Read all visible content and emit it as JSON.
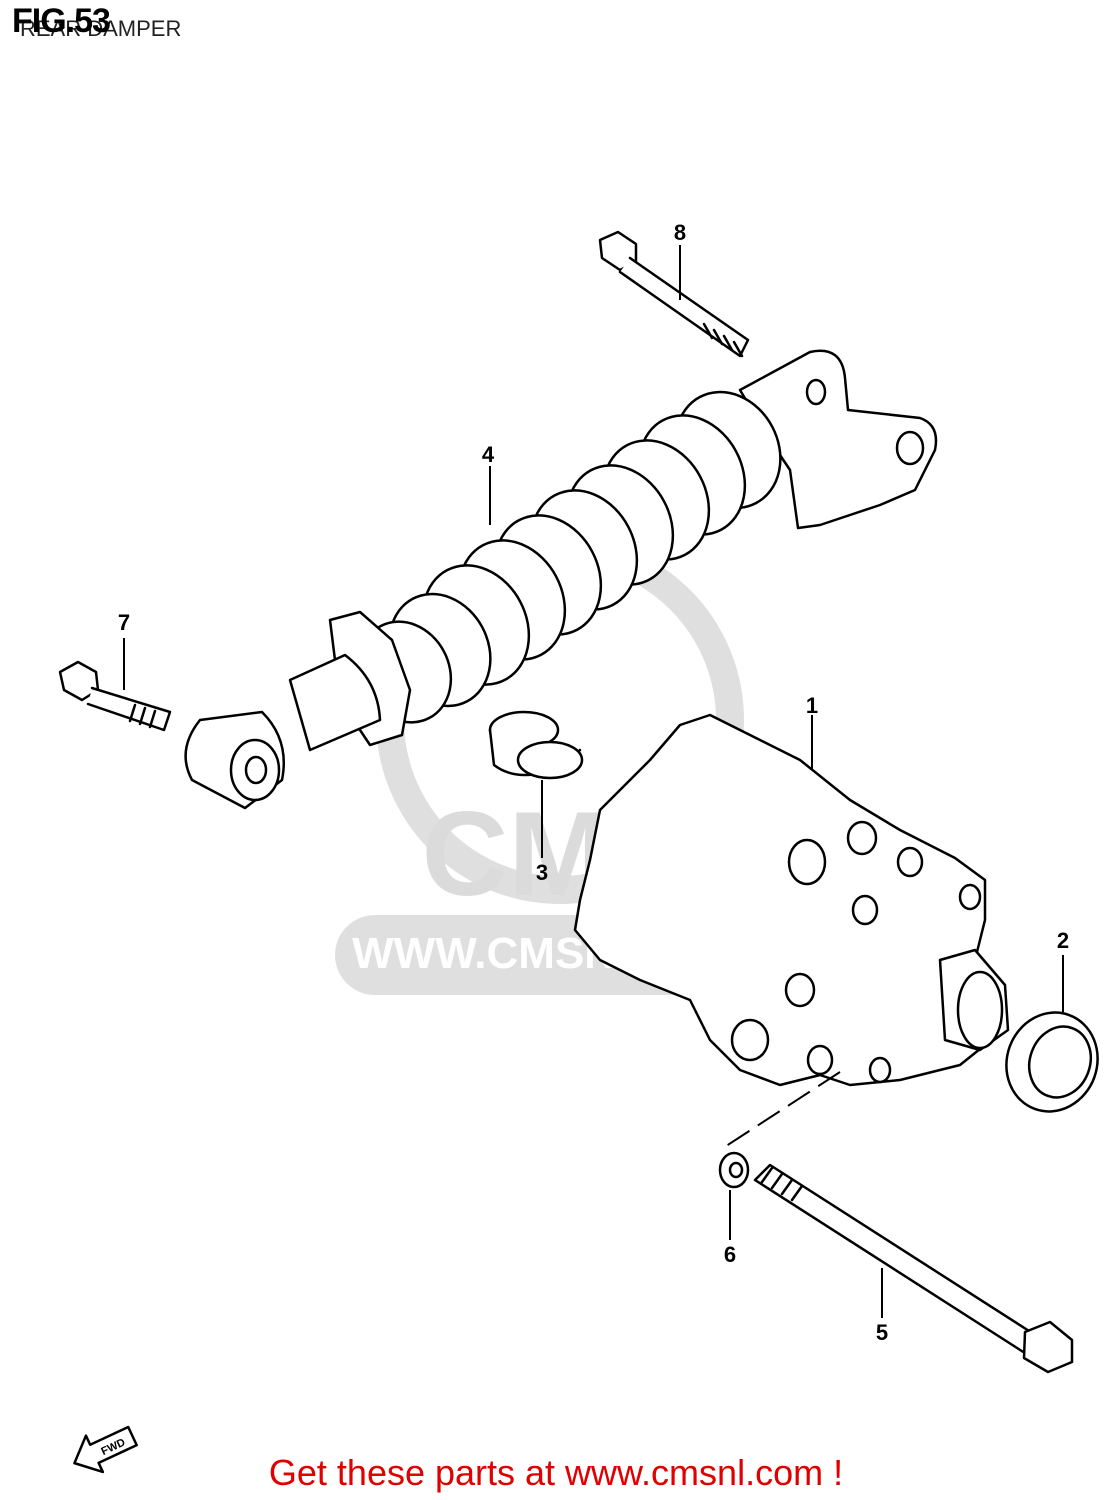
{
  "figure": {
    "number": "FIG.53",
    "subtitle": "REAR DAMPER"
  },
  "watermark": {
    "logo": "CMS",
    "url": "WWW.CMSNL.COM"
  },
  "callouts": [
    "1",
    "2",
    "3",
    "4",
    "5",
    "6",
    "7",
    "8"
  ],
  "fwd_label": "FWD",
  "footer": {
    "text": "Get these parts at www.cmsnl.com !",
    "color": "#e00000"
  }
}
